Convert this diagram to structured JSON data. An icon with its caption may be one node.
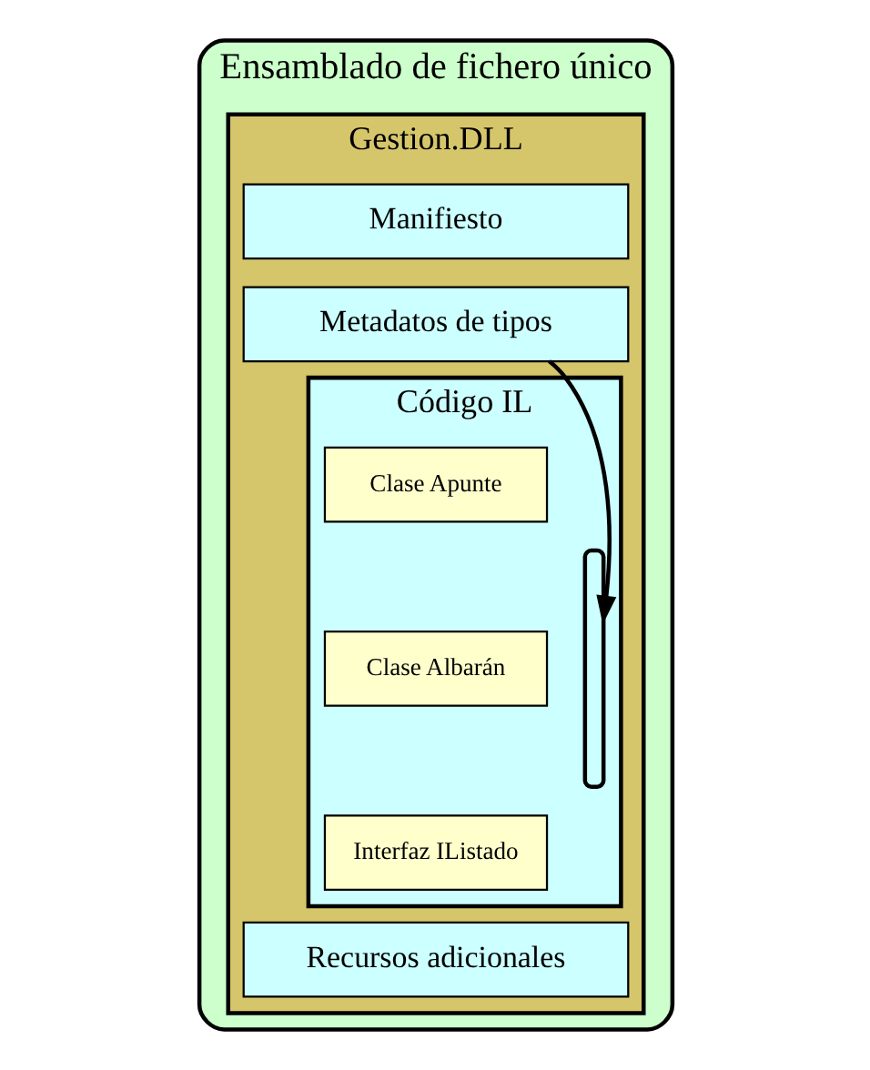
{
  "diagram": {
    "nodes": [
      {
        "text": [
          "Ensamblado de fichero único"
        ]
      },
      {
        "text": [
          "Gestion.DLL"
        ],
        "in": 0
      },
      {
        "text": [
          "Manifiesto"
        ],
        "in": 1
      },
      {
        "text": [
          "Metadatos de tipos"
        ],
        "in": 1
      },
      {
        "text": [
          "Código IL"
        ],
        "in": 1
      },
      {
        "text": [
          "Clase Apunte"
        ],
        "in": 4
      },
      {
        "text": [
          "Clase Albarán"
        ],
        "in": 4
      },
      {
        "text": [
          "Interfaz IListado"
        ],
        "in": 4
      },
      {
        "text": [],
        "shape": "brace",
        "in": 4
      },
      {
        "text": [
          "Recursos adicionales"
        ],
        "in": 1
      }
    ],
    "edges": [
      {
        "from": 3,
        "to": 8,
        "arrow": "to"
      }
    ]
  }
}
